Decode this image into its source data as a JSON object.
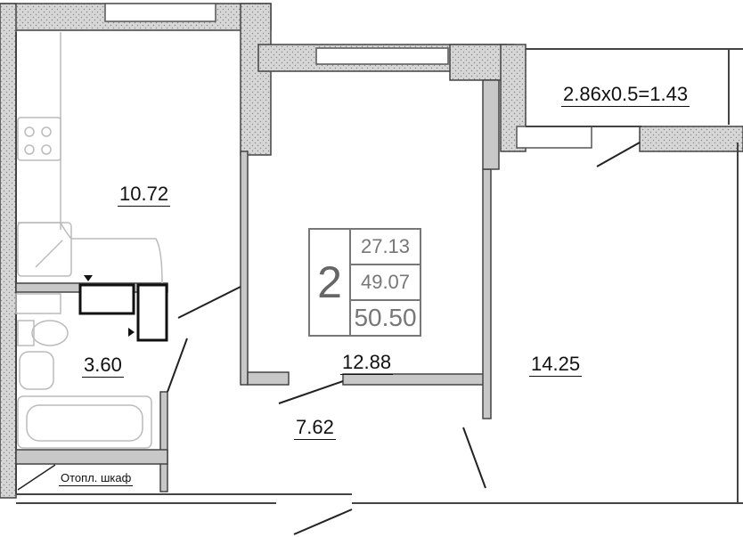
{
  "plan": {
    "rooms_count": "2",
    "living_area": "27.13",
    "total_area": "49.07",
    "total_area_with_balcony": "50.50",
    "kitchen_area": "10.72",
    "bathroom_area": "3.60",
    "room1_area": "12.88",
    "hall_area": "7.62",
    "room2_area": "14.25",
    "balcony_formula": "2.86x0.5=1.43",
    "heating_cabinet_label": "Отопл. шкаф"
  },
  "colors": {
    "wall": "#555555",
    "wall_fill": "#cccccc",
    "fixture": "#bbbbbb",
    "text": "#111111"
  }
}
